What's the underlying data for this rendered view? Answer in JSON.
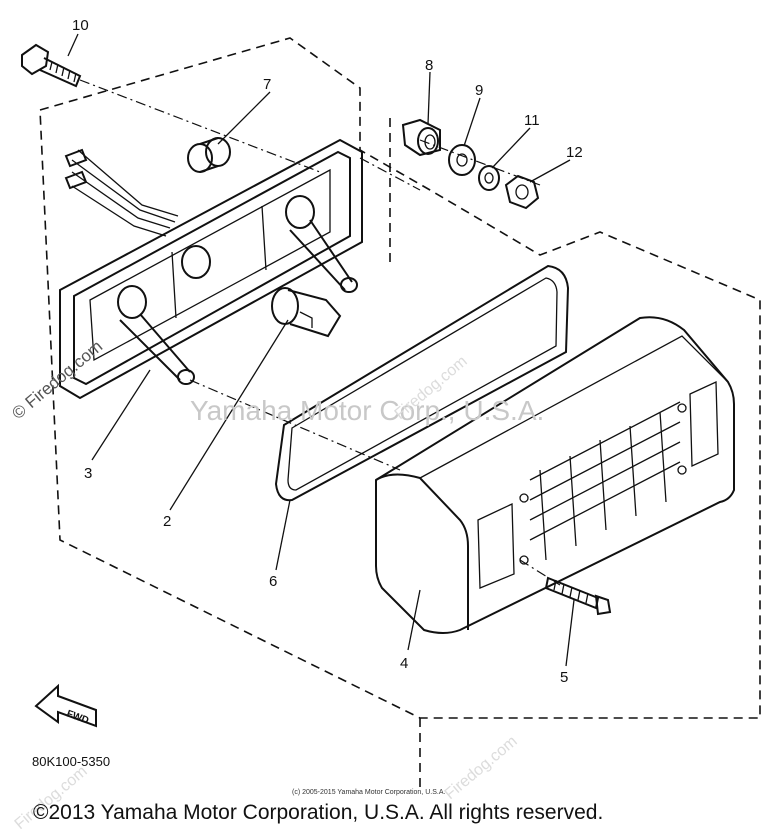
{
  "diagram": {
    "part_numbers": {
      "p1": "10",
      "p2": "7",
      "p3": "8",
      "p4": "9",
      "p5": "11",
      "p6": "12",
      "p7": "3",
      "p8": "2",
      "p9": "6",
      "p10": "4",
      "p11": "5"
    },
    "direction_label": "FWD",
    "diagram_code": "80K100-5350",
    "watermark": "Yamaha Motor Corp., U.S.A.",
    "side_watermark": "© Firedog.com",
    "faint_watermark": "Firedog.com",
    "small_copyright": "(c) 2005-2015 Yamaha Motor Corporation, U.S.A.",
    "copyright": "©2013 Yamaha Motor Corporation, U.S.A. All rights reserved."
  }
}
